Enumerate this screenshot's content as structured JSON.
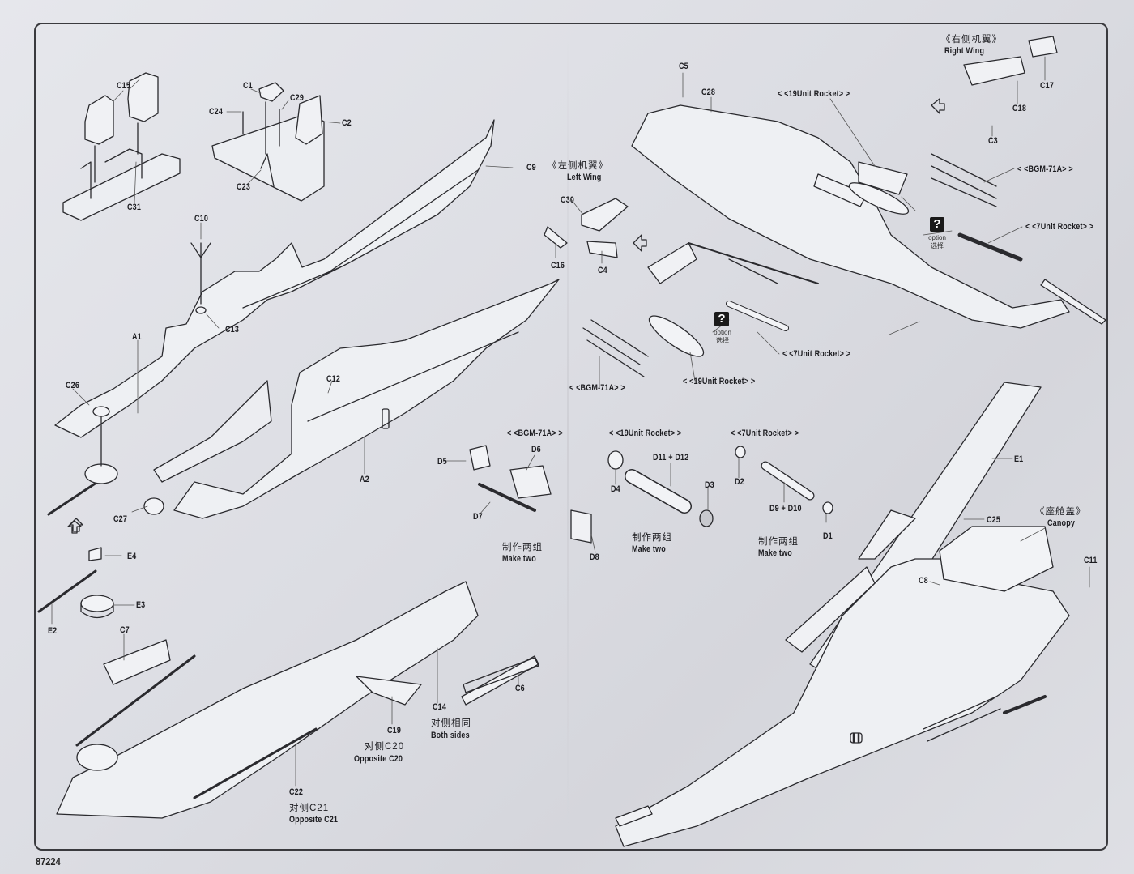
{
  "document": {
    "type": "model kit assembly instructions",
    "subject": "AH-1 attack helicopter",
    "page_code": "87224"
  },
  "colors": {
    "paper": "#dfe0e5",
    "ink": "#2a2a2e",
    "option_badge": "#1a1a1a"
  },
  "parts": {
    "C1": "C1",
    "C2": "C2",
    "C3": "C3",
    "C4": "C4",
    "C5": "C5",
    "C6": "C6",
    "C7": "C7",
    "C8": "C8",
    "C9": "C9",
    "C10": "C10",
    "C11": "C11",
    "C12": "C12",
    "C13": "C13",
    "C14": "C14",
    "C15": "C15",
    "C16": "C16",
    "C17": "C17",
    "C18": "C18",
    "C19": "C19",
    "C22": "C22",
    "C23": "C23",
    "C24": "C24",
    "C25": "C25",
    "C26": "C26",
    "C27": "C27",
    "C28": "C28",
    "C29": "C29",
    "C30": "C30",
    "C31": "C31",
    "A1": "A1",
    "A2": "A2",
    "D1": "D1",
    "D2": "D2",
    "D3": "D3",
    "D4": "D4",
    "D5": "D5",
    "D6": "D6",
    "D7": "D7",
    "D8": "D8",
    "D9_D10": "D9 + D10",
    "D11_D12": "D11 + D12",
    "E1": "E1",
    "E2": "E2",
    "E3": "E3",
    "E4": "E4"
  },
  "callouts": {
    "left_wing_cn": "《左侧机翼》",
    "left_wing_en": "Left Wing",
    "right_wing_cn": "《右侧机翼》",
    "right_wing_en": "Right Wing",
    "canopy_cn": "《座舱盖》",
    "canopy_en": "Canopy",
    "rocket19": "< <19Unit Rocket> >",
    "rocket7": "< <7Unit Rocket> >",
    "bgm71a": "< <BGM-71A> >",
    "option_en": "option",
    "option_cn": "选择",
    "option_glyph": "?",
    "make_two_cn": "制作两组",
    "make_two_en": "Make two",
    "both_sides_cn": "对侧相同",
    "both_sides_en": "Both sides",
    "opposite_c20_cn": "对侧C20",
    "opposite_c20_en": "Opposite C20",
    "opposite_c21_cn": "对侧C21",
    "opposite_c21_en": "Opposite C21"
  },
  "icons": [
    "direction-arrow-icon",
    "option-question-icon"
  ]
}
